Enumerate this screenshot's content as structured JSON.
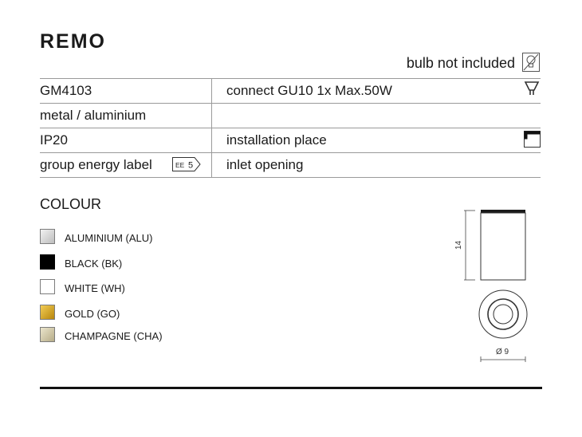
{
  "product": {
    "name": "REMO",
    "bulb_note": "bulb not included"
  },
  "specs": {
    "code": "GM4103",
    "material": "metal / aluminium",
    "ip_rating": "IP20",
    "energy_label": "group energy label",
    "energy_badge": {
      "prefix": "EE",
      "value": "5"
    },
    "connection": "connect GU10 1x Max.50W",
    "installation": "installation place",
    "inlet": "inlet opening"
  },
  "colour": {
    "heading": "COLOUR",
    "options": [
      {
        "label": "ALUMINIUM (ALU)",
        "color": "#d9d9d9"
      },
      {
        "label": "BLACK (BK)",
        "color": "#000000"
      },
      {
        "label": "WHITE (WH)",
        "color": "#ffffff"
      },
      {
        "label": "GOLD (GO)",
        "color": "#d4a21c"
      },
      {
        "label": "CHAMPAGNE (CHA)",
        "color": "#cfc6a6"
      }
    ]
  },
  "dimensions": {
    "height": "14",
    "diameter": "Ø 9"
  },
  "icons": {
    "bulb_crossed": "bulb-not-included-icon",
    "gu10": "gu10-bulb-icon",
    "installation": "ceiling-installation-icon",
    "energy": "energy-label-arrow-icon"
  }
}
